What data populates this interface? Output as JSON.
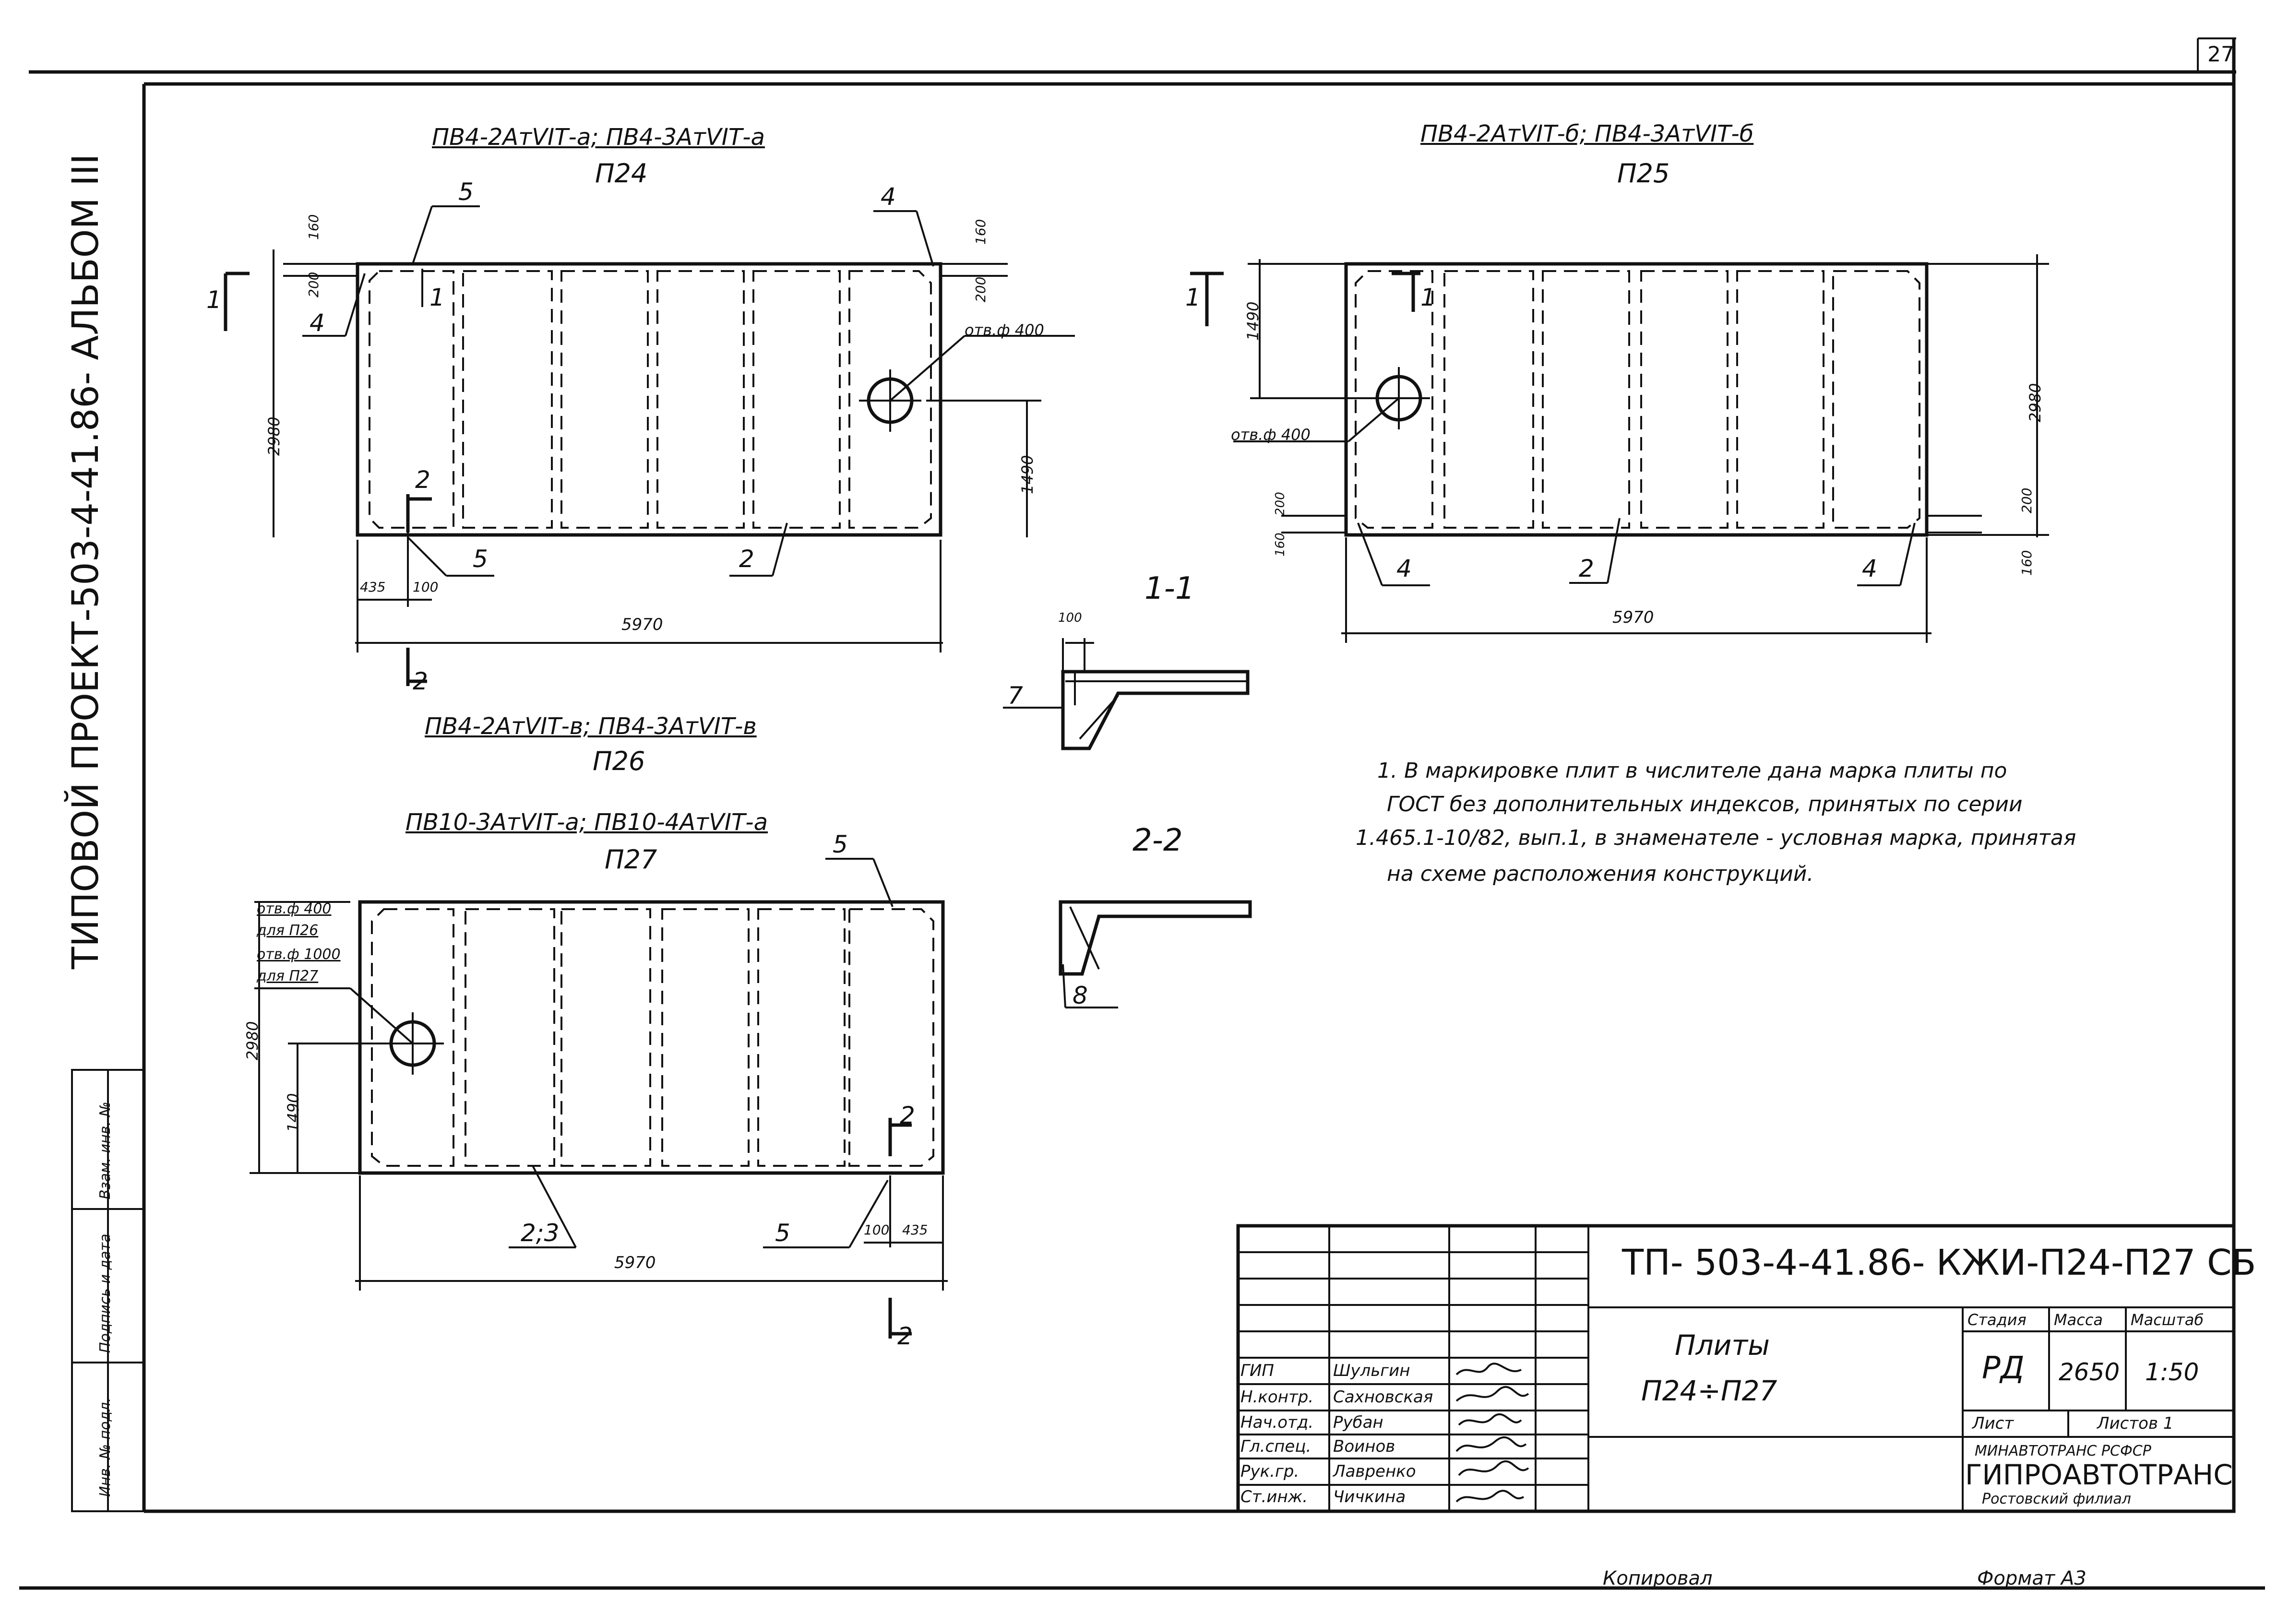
{
  "side_title": "ТИПОВОЙ  ПРОЕКТ-503-4-41.86- АЛЬБОМ III",
  "sheet_number": "27",
  "side_columns": [
    "Инв. № подл.",
    "Подпись и дата",
    "Взам. инв. №"
  ],
  "drawings": {
    "p24": {
      "mark": "ПВ4-2АтVIТ-а;  ПВ4-3АтVIТ-а",
      "label": "П24",
      "hole": "отв.ф 400"
    },
    "p25": {
      "mark": "ПВ4-2АтVIТ-б;  ПВ4-3АтVIТ-б",
      "label": "П25",
      "hole": "отв.ф 400"
    },
    "p26": {
      "mark": "ПВ4-2АтVIТ-в;  ПВ4-3АтVIТ-в",
      "label": "П26"
    },
    "p27": {
      "mark": "ПВ10-3АтVIТ-а;  ПВ10-4АтVIТ-а",
      "label": "П27",
      "notes": [
        "отв.ф 400",
        "для П26",
        "отв.ф 1000",
        "для П27"
      ]
    }
  },
  "dims": {
    "len": "5970",
    "wid": "2980",
    "half": "1490",
    "d200": "200",
    "d160": "160",
    "d100": "100",
    "d435": "435"
  },
  "callouts": {
    "c1": "1",
    "c2": "2",
    "c4": "4",
    "c5": "5",
    "c7": "7",
    "c8": "8",
    "c23": "2;3"
  },
  "sections": {
    "s11": "1-1",
    "s22": "2-2"
  },
  "note": {
    "line1": "1. В маркировке плит в числителе дана марка плиты по",
    "line2": "ГОСТ без дополнительных индексов, принятых по серии",
    "line3": "1.465.1-10/82, вып.1, в знаменателе - условная марка, принятая",
    "line4": "на схеме расположения конструкций."
  },
  "title_block": {
    "code": "ТП- 503-4-41.86- КЖИ-П24-П27 СБ",
    "name1": "Плиты",
    "name2": "П24÷П27",
    "stage_h": "Стадия",
    "mass_h": "Масса",
    "scale_h": "Масштаб",
    "stage": "РД",
    "mass": "2650",
    "scale": "1:50",
    "sheet_h": "Лист",
    "sheets_h": "Листов 1",
    "org1": "МИНАВТОТРАНС  РСФСР",
    "org2": "ГИПРОАВТОТРАНС",
    "org3": "Ростовский  филиал",
    "roles": [
      "ГИП",
      "Н.контр.",
      "Нач.отд.",
      "Гл.спец.",
      "Рук.гр.",
      "Ст.инж."
    ],
    "people": [
      "Шульгин",
      "Сахновская",
      "Рубан",
      "Воинов",
      "Лавренко",
      "Чичкина"
    ]
  },
  "footer": {
    "copied": "Копировал",
    "format": "Формат  А3"
  }
}
